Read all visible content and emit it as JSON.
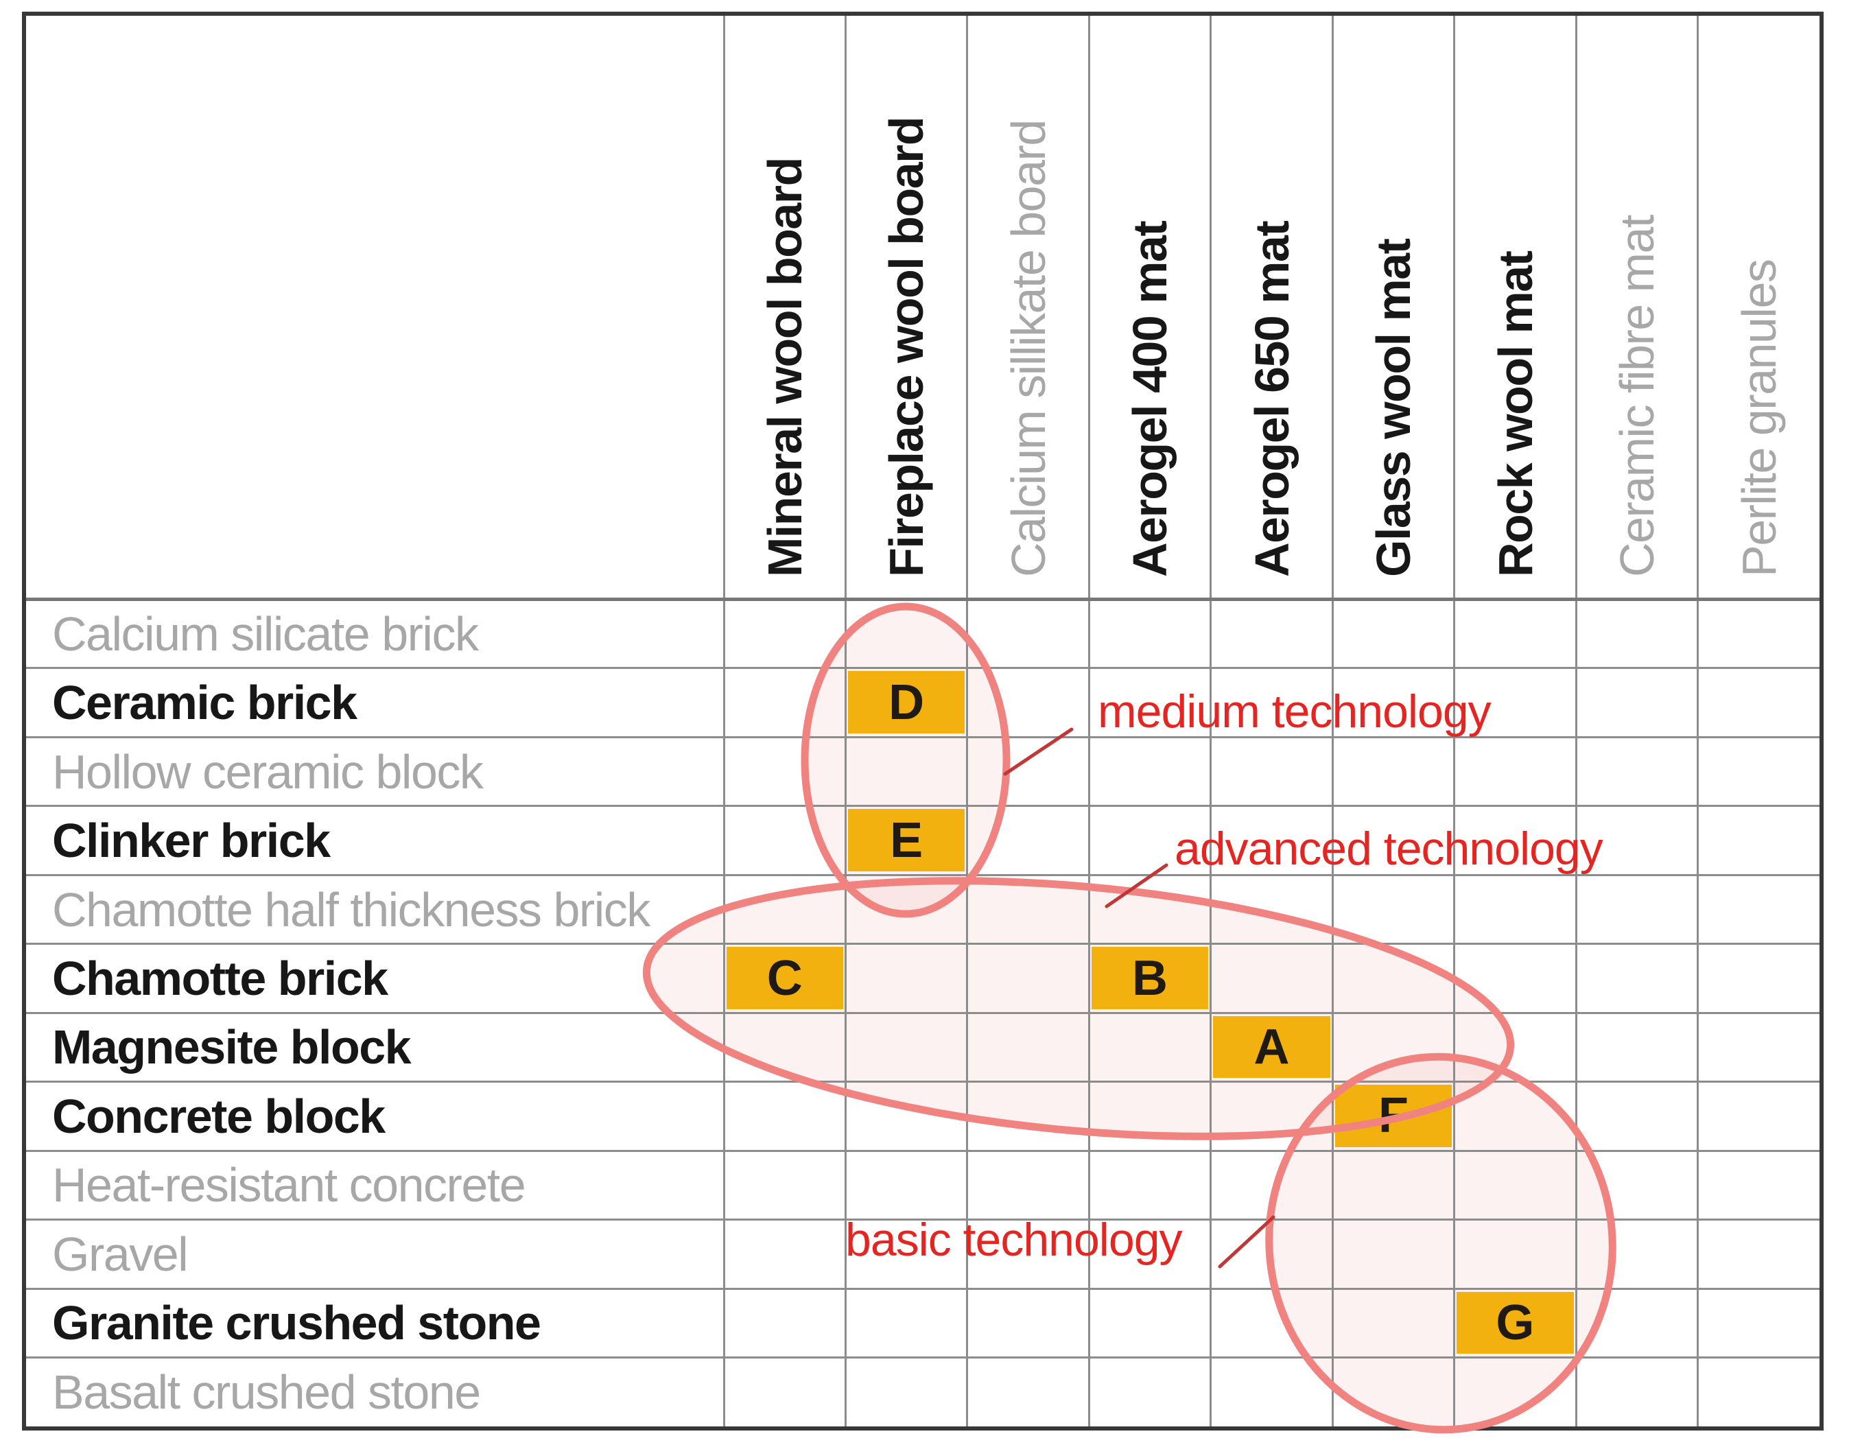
{
  "table": {
    "columns": [
      {
        "label": "Mineral wool board",
        "emphasis": "strong"
      },
      {
        "label": "Fireplace wool board",
        "emphasis": "strong"
      },
      {
        "label": "Calcium sillikate board",
        "emphasis": "muted"
      },
      {
        "label": "Aerogel 400 mat",
        "emphasis": "strong"
      },
      {
        "label": "Aerogel 650 mat",
        "emphasis": "strong"
      },
      {
        "label": "Glass wool mat",
        "emphasis": "strong"
      },
      {
        "label": "Rock wool mat",
        "emphasis": "strong"
      },
      {
        "label": "Ceramic fibre mat",
        "emphasis": "muted"
      },
      {
        "label": "Perlite granules",
        "emphasis": "muted"
      }
    ],
    "rows": [
      {
        "label": "Calcium silicate brick",
        "emphasis": "muted"
      },
      {
        "label": "Ceramic brick",
        "emphasis": "strong"
      },
      {
        "label": "Hollow ceramic block",
        "emphasis": "muted"
      },
      {
        "label": "Clinker brick",
        "emphasis": "strong"
      },
      {
        "label": "Chamotte half thickness brick",
        "emphasis": "muted"
      },
      {
        "label": "Chamotte brick",
        "emphasis": "strong"
      },
      {
        "label": "Magnesite block",
        "emphasis": "strong"
      },
      {
        "label": "Concrete block",
        "emphasis": "strong"
      },
      {
        "label": "Heat-resistant concrete",
        "emphasis": "muted"
      },
      {
        "label": "Gravel",
        "emphasis": "muted"
      },
      {
        "label": "Granite crushed stone",
        "emphasis": "strong"
      },
      {
        "label": "Basalt crushed stone",
        "emphasis": "muted"
      }
    ],
    "marked_cells": [
      {
        "letter": "D",
        "row": "Ceramic brick",
        "column": "Fireplace wool board",
        "row_index": 2,
        "col_index": 2
      },
      {
        "letter": "E",
        "row": "Clinker brick",
        "column": "Fireplace wool board",
        "row_index": 4,
        "col_index": 2
      },
      {
        "letter": "C",
        "row": "Chamotte brick",
        "column": "Mineral wool board",
        "row_index": 6,
        "col_index": 1
      },
      {
        "letter": "B",
        "row": "Chamotte brick",
        "column": "Aerogel 400 mat",
        "row_index": 6,
        "col_index": 4
      },
      {
        "letter": "A",
        "row": "Magnesite block",
        "column": "Aerogel 650 mat",
        "row_index": 7,
        "col_index": 5
      },
      {
        "letter": "F",
        "row": "Concrete block",
        "column": "Glass wool mat",
        "row_index": 8,
        "col_index": 6
      },
      {
        "letter": "G",
        "row": "Granite crushed stone",
        "column": "Rock wool mat",
        "row_index": 11,
        "col_index": 7
      }
    ]
  },
  "annotations": {
    "groups": [
      {
        "id": "medium",
        "label": "medium technology",
        "members": [
          "D",
          "E"
        ]
      },
      {
        "id": "advanced",
        "label": "advanced technology",
        "members": [
          "C",
          "B",
          "A"
        ]
      },
      {
        "id": "basic",
        "label": "basic technology",
        "members": [
          "F",
          "G"
        ]
      }
    ]
  },
  "colors": {
    "cell_orange": "#F2B10E",
    "cell_letter": "#1F1A14",
    "ellipse_stroke": "#F0827F",
    "leader_red": "#C13636",
    "annotation_red": "#E52521",
    "strong_text": "#171717",
    "muted_text": "#A7A7A7",
    "grid_line": "#8C8C8C",
    "outer_border": "#383838",
    "background": "#FFFFFF"
  }
}
